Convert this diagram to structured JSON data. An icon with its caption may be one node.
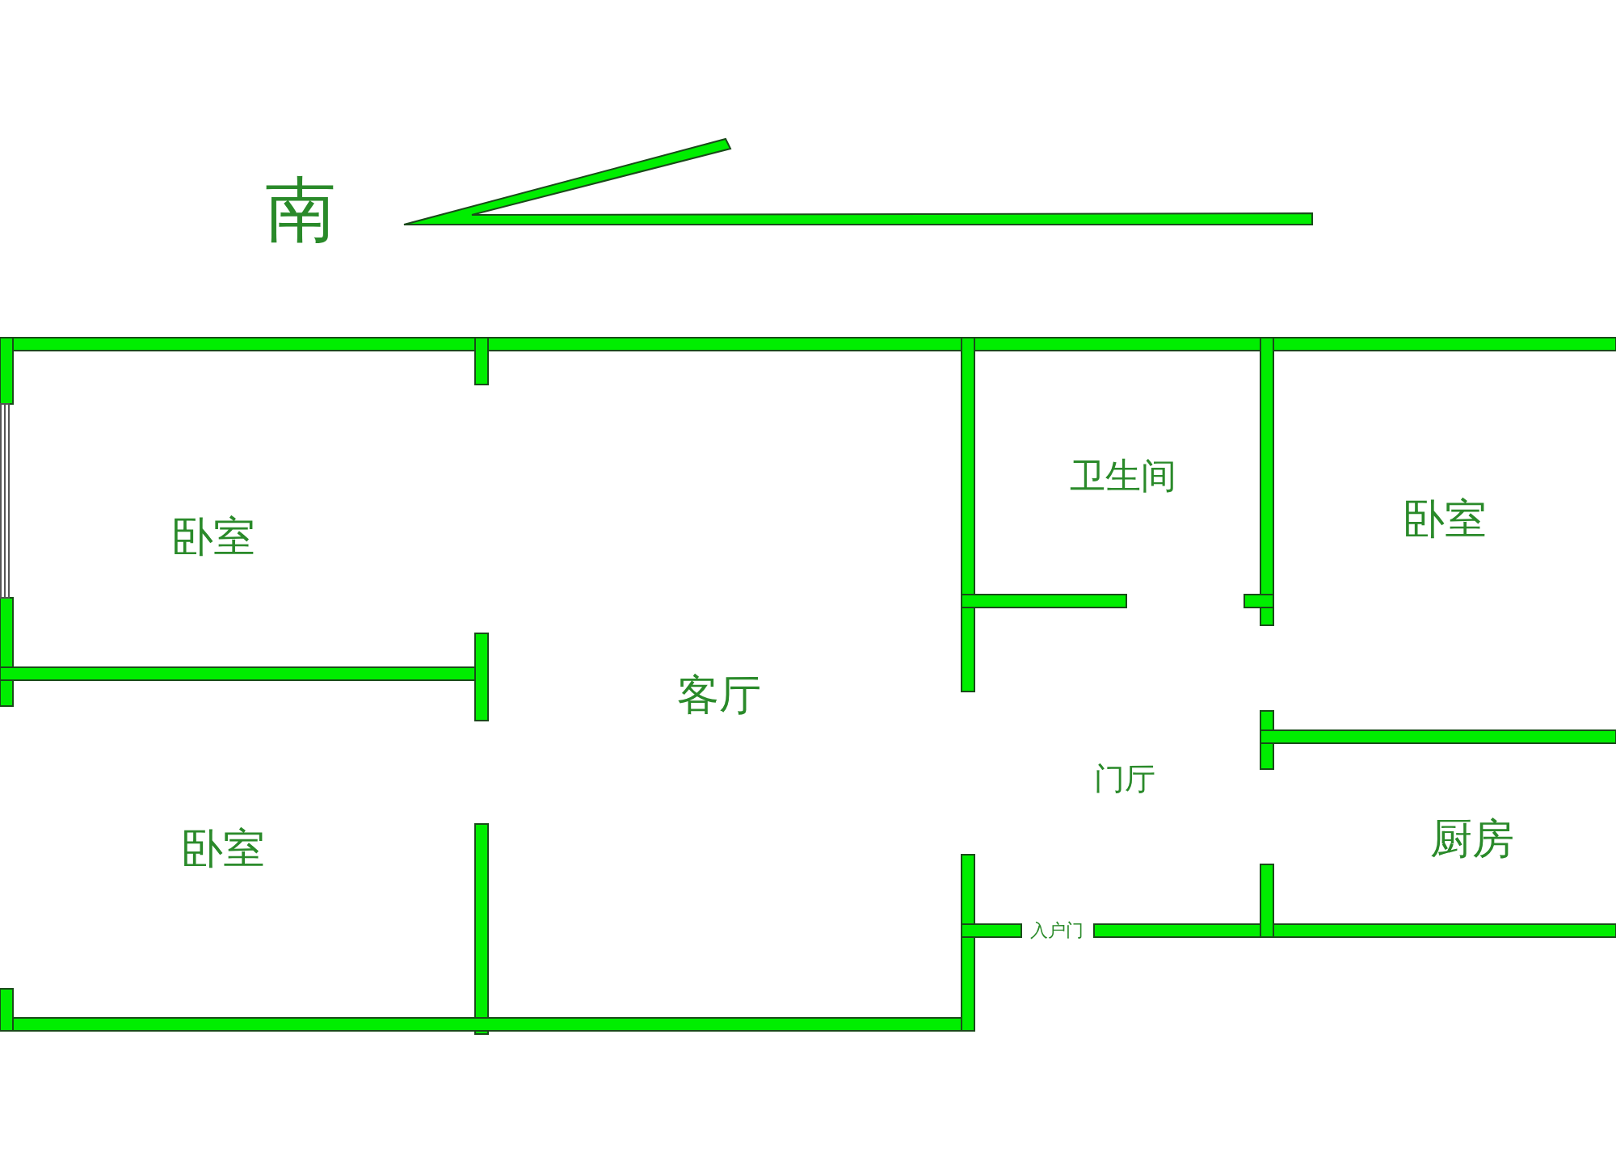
{
  "diagram": {
    "labels": [
      "南",
      "卫生间",
      "卧室",
      "卧室",
      "客厅",
      "门厅",
      "厨房",
      "卧室",
      "入户门"
    ]
  }
}
